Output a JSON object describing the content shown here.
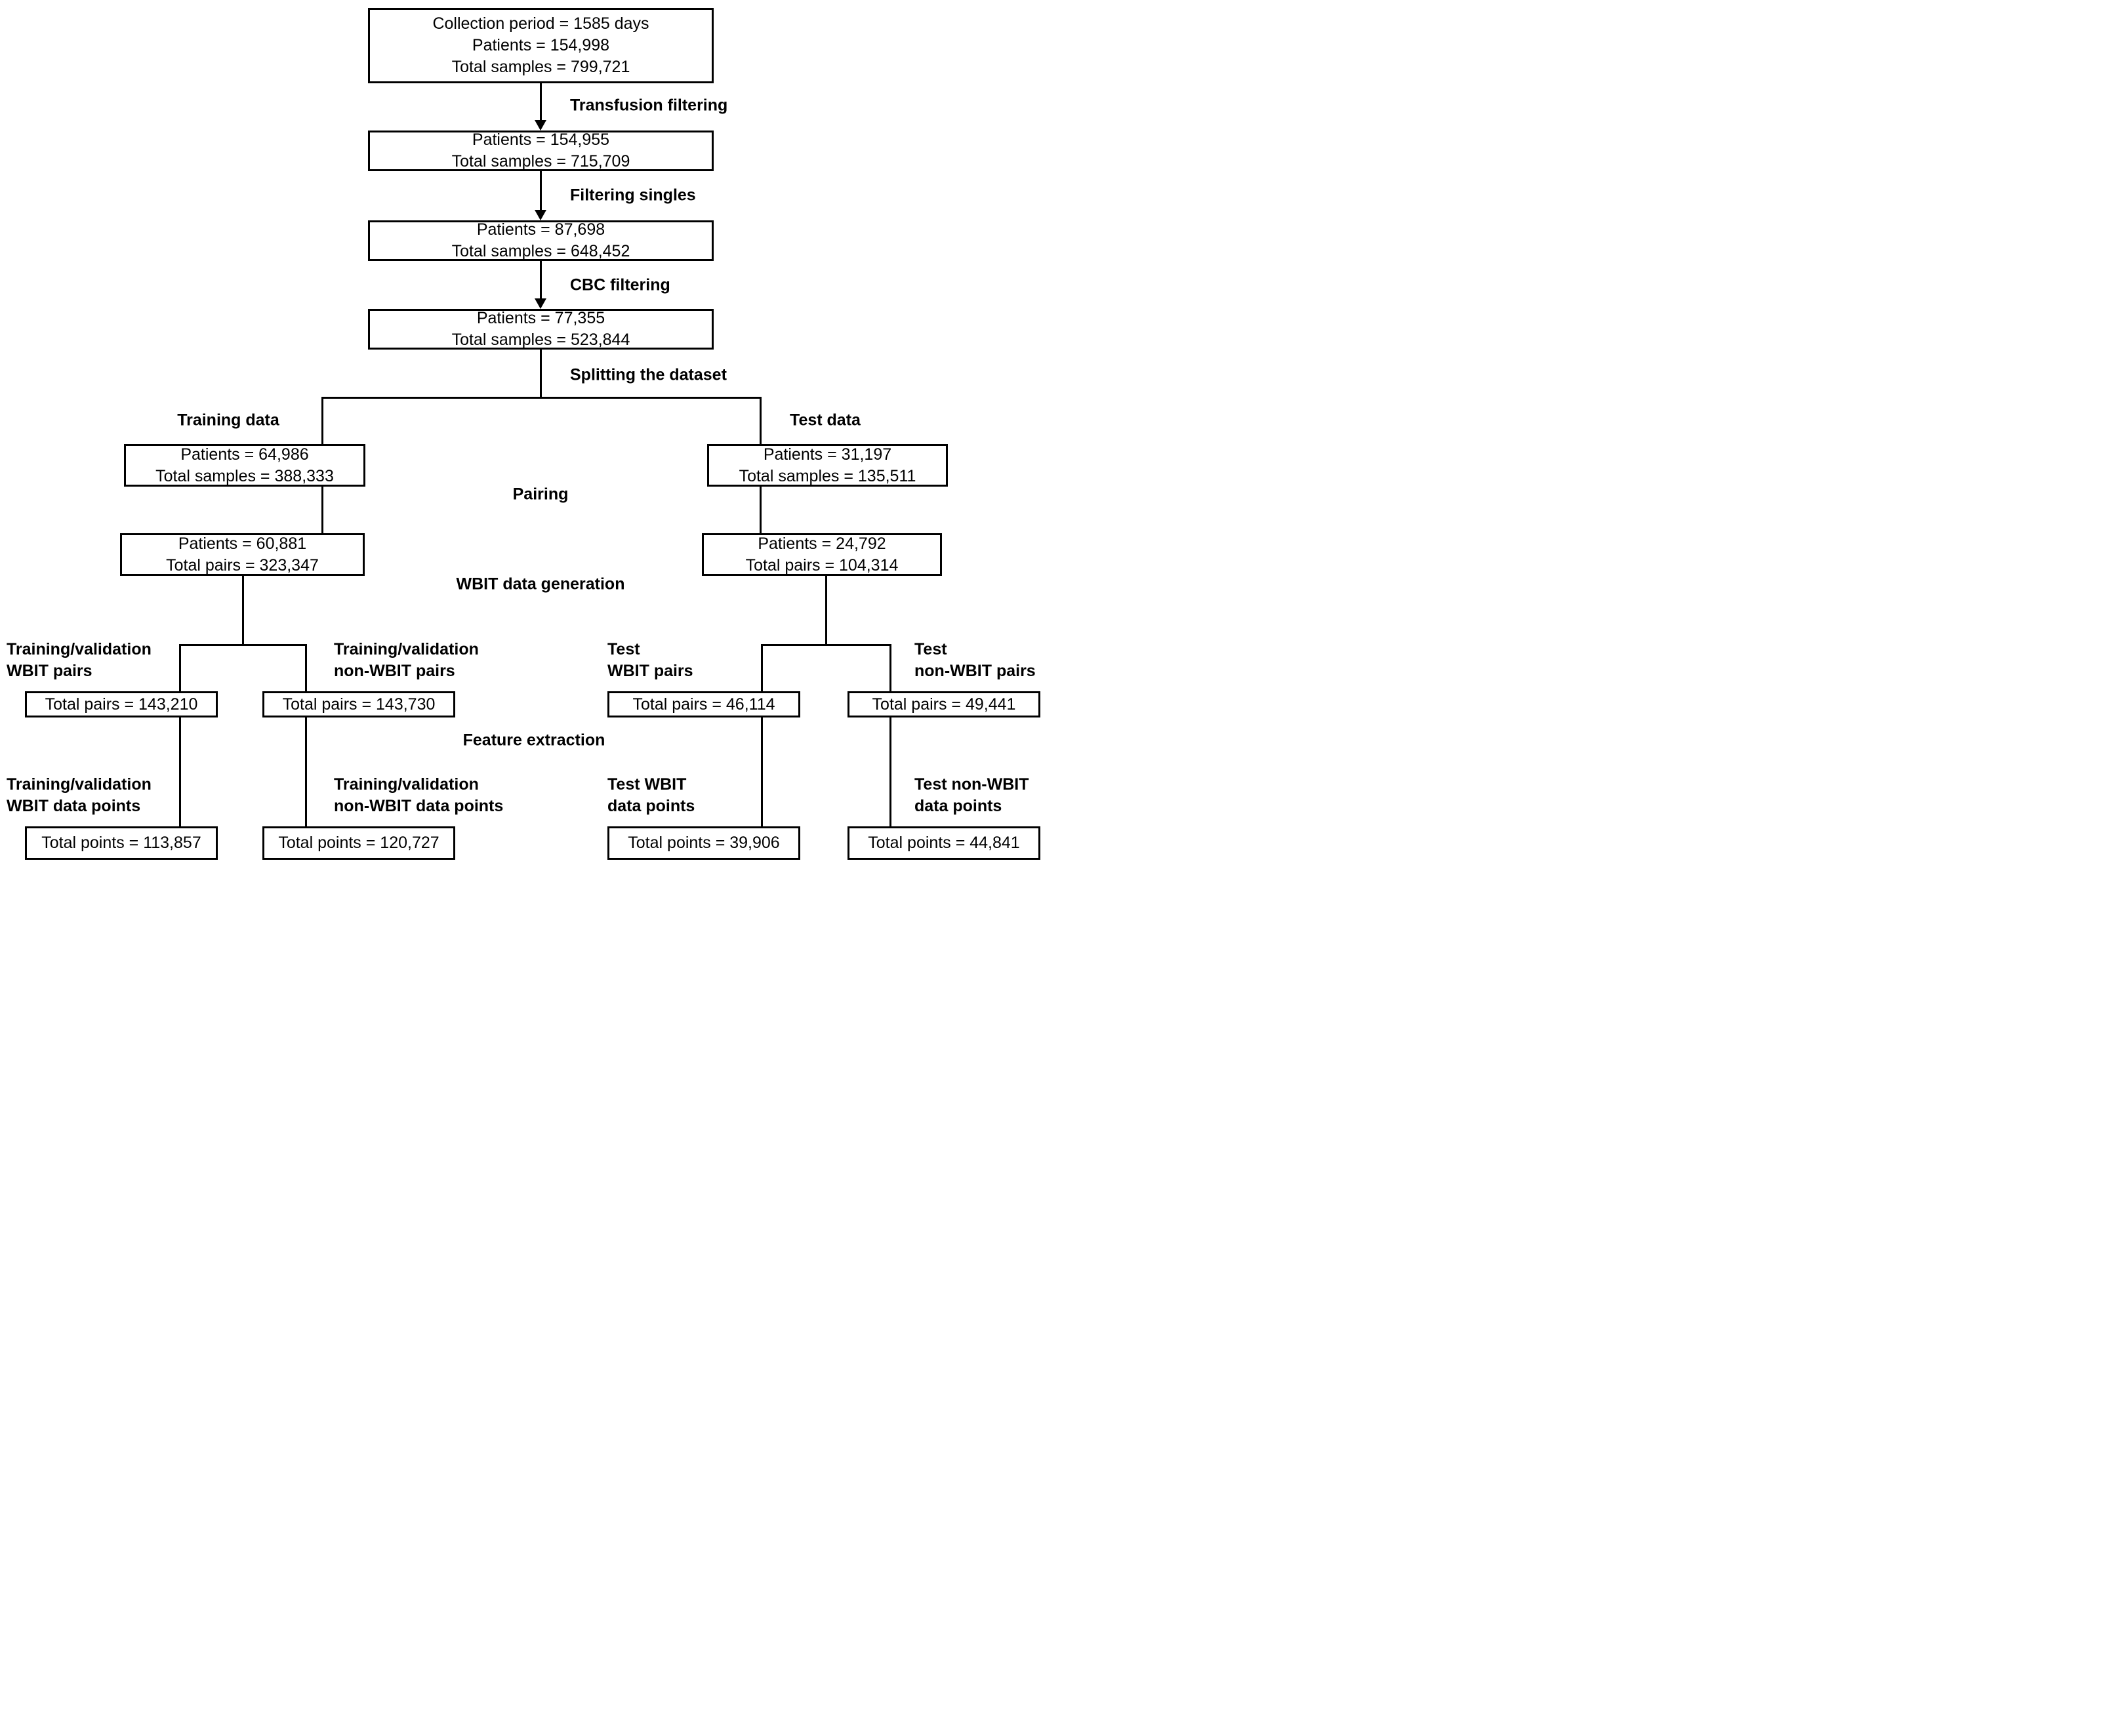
{
  "flow": {
    "initial_box": [
      "Collection period = 1585 days",
      "Patients = 154,998",
      "Total samples = 799,721"
    ],
    "filter_steps": [
      {
        "label": "Transfusion filtering",
        "lines": [
          "Patients = 154,955",
          "Total samples = 715,709"
        ]
      },
      {
        "label": "Filtering singles",
        "lines": [
          "Patients = 87,698",
          "Total samples = 648,452"
        ]
      },
      {
        "label": "CBC filtering",
        "lines": [
          "Patients = 77,355",
          "Total samples = 523,844"
        ]
      }
    ],
    "split_label": "Splitting the dataset",
    "training": {
      "heading": "Training data",
      "data_box": [
        "Patients = 64,986",
        "Total samples = 388,333"
      ],
      "pair_box": [
        "Patients = 60,881",
        "Total pairs = 323,347"
      ]
    },
    "test": {
      "heading": "Test data",
      "data_box": [
        "Patients = 31,197",
        "Total samples = 135,511"
      ],
      "pair_box": [
        "Patients = 24,792",
        "Total pairs = 104,314"
      ]
    },
    "stage_labels": {
      "pairing": "Pairing",
      "wbit_generation": "WBIT data generation",
      "feature_extraction": "Feature extraction"
    },
    "leaves": [
      {
        "name_line1": "Training/validation",
        "name_line2": "WBIT pairs",
        "pairs_total": "Total pairs = 143,210",
        "points_name_line1": "Training/validation",
        "points_name_line2": "WBIT data points",
        "points_total": "Total points = 113,857"
      },
      {
        "name_line1": "Training/validation",
        "name_line2": "non-WBIT pairs",
        "pairs_total": "Total pairs = 143,730",
        "points_name_line1": "Training/validation",
        "points_name_line2": "non-WBIT data points",
        "points_total": "Total points = 120,727"
      },
      {
        "name_line1": "Test",
        "name_line2": "WBIT pairs",
        "pairs_total": "Total pairs = 46,114",
        "points_name_line1": "Test WBIT",
        "points_name_line2": "data points",
        "points_total": "Total points = 39,906"
      },
      {
        "name_line1": "Test",
        "name_line2": "non-WBIT pairs",
        "pairs_total": "Total pairs = 49,441",
        "points_name_line1": "Test non-WBIT",
        "points_name_line2": "data points",
        "points_total": "Total points = 44,841"
      }
    ]
  }
}
